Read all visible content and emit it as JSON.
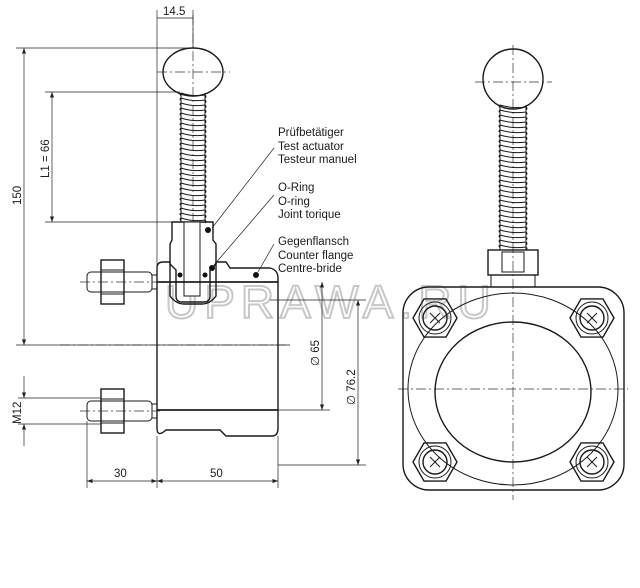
{
  "dimensions": {
    "top_offset": "14.5",
    "overall_height": "150",
    "l1": "L1 = 66",
    "bolt_thread": "M12",
    "bolt_length": "30",
    "body_length": "50",
    "inner_diameter": "∅ 65",
    "outer_diameter": "∅ 76.2"
  },
  "callouts": [
    {
      "lines": [
        "Prüfbetätiger",
        "Test actuator",
        "Testeur manuel"
      ]
    },
    {
      "lines": [
        "O-Ring",
        "O-ring",
        "Joint torique"
      ]
    },
    {
      "lines": [
        "Gegenflansch",
        "Counter flange",
        "Centre-bride"
      ]
    }
  ],
  "watermark": "UPRAWA.RU"
}
